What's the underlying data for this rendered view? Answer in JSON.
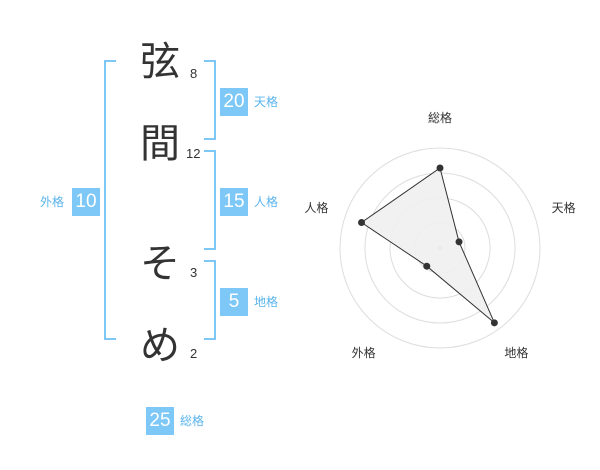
{
  "name": {
    "chars": [
      {
        "char": "弦",
        "strokes": "8"
      },
      {
        "char": "間",
        "strokes": "12"
      },
      {
        "char": "そ",
        "strokes": "3"
      },
      {
        "char": "め",
        "strokes": "2"
      }
    ]
  },
  "kakusu": {
    "tenkaku": {
      "value": "20",
      "label": "天格"
    },
    "jinkaku": {
      "value": "15",
      "label": "人格"
    },
    "chikaku": {
      "value": "5",
      "label": "地格"
    },
    "gaikaku": {
      "value": "10",
      "label": "外格"
    },
    "soukaku": {
      "value": "25",
      "label": "総格"
    }
  },
  "chart_data": {
    "type": "radar",
    "axes": [
      "総格",
      "天格",
      "地格",
      "外格",
      "人格"
    ],
    "values": [
      3.2,
      0.8,
      3.7,
      0.9,
      3.3
    ],
    "max": 4,
    "rings": 4
  },
  "colors": {
    "accent": "#7ec8f7",
    "accent_text": "#5ab4ec",
    "polygon_fill": "#f0f0f0",
    "grid": "#dddddd"
  }
}
